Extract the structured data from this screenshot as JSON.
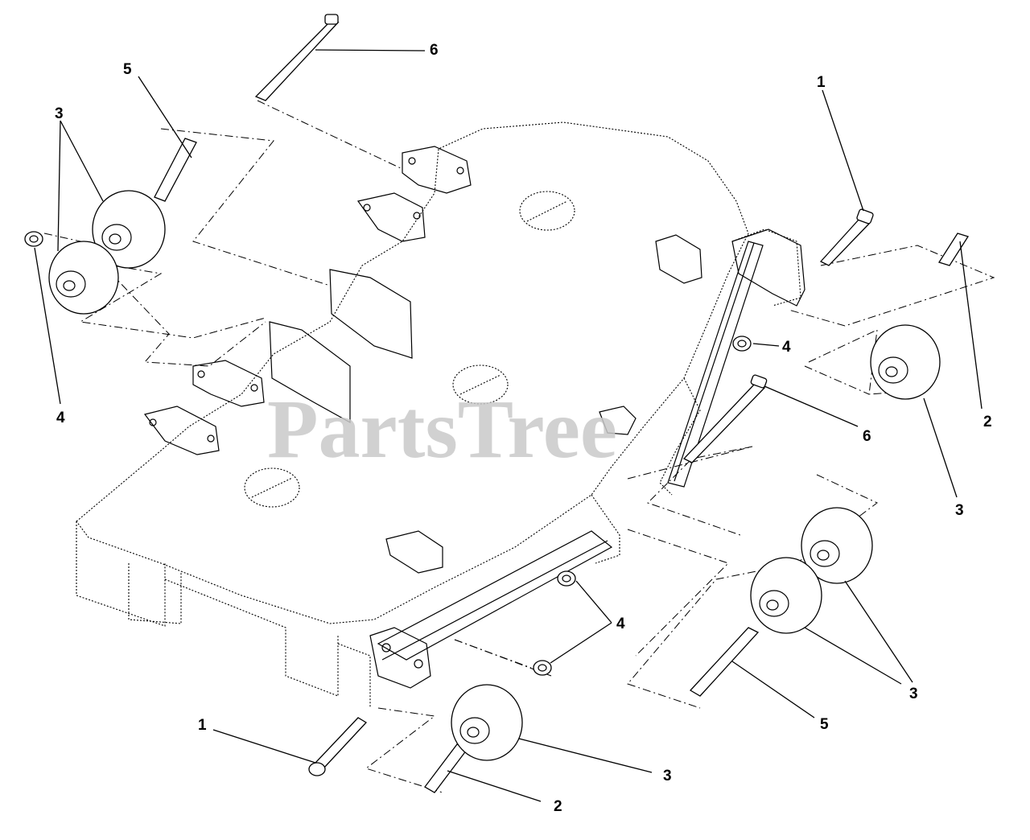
{
  "watermark": "PartsTree",
  "callouts": [
    {
      "id": "c1a",
      "label": "1"
    },
    {
      "id": "c1b",
      "label": "1"
    },
    {
      "id": "c2a",
      "label": "2"
    },
    {
      "id": "c2b",
      "label": "2"
    },
    {
      "id": "c3a",
      "label": "3"
    },
    {
      "id": "c3b",
      "label": "3"
    },
    {
      "id": "c3c",
      "label": "3"
    },
    {
      "id": "c3d",
      "label": "3"
    },
    {
      "id": "c4a",
      "label": "4"
    },
    {
      "id": "c4b",
      "label": "4"
    },
    {
      "id": "c4c",
      "label": "4"
    },
    {
      "id": "c5a",
      "label": "5"
    },
    {
      "id": "c5b",
      "label": "5"
    },
    {
      "id": "c6a",
      "label": "6"
    },
    {
      "id": "c6b",
      "label": "6"
    }
  ]
}
